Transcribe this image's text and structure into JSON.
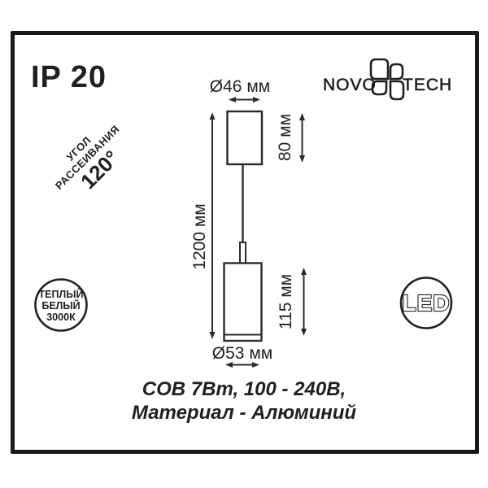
{
  "colors": {
    "ink": "#231f20",
    "frame": "#1a1a1a",
    "background": "#ffffff"
  },
  "header": {
    "ip_rating": "IP 20",
    "logo": {
      "part1": "NOVO",
      "part2": "TECH"
    }
  },
  "stamp": {
    "line1": "УГОЛ",
    "line2": "РАССЕИВАНИЯ",
    "line3": "120°"
  },
  "diagram": {
    "type": "pendant-luminaire-dimension-drawing",
    "dimensions": {
      "canopy_diameter": "Ø46 мм",
      "canopy_height": "80 мм",
      "suspension_length": "1200 мм",
      "body_height": "115 мм",
      "body_diameter": "Ø53 мм"
    }
  },
  "badges": {
    "warm_white": {
      "line1": "ТЕПЛЫЙ",
      "line2": "БЕЛЫЙ",
      "line3": "3000К"
    },
    "led": {
      "label": "LED"
    }
  },
  "specs": {
    "line1": "COB 7Вт, 100 - 240В,",
    "line2": "Материал - Алюминий"
  }
}
